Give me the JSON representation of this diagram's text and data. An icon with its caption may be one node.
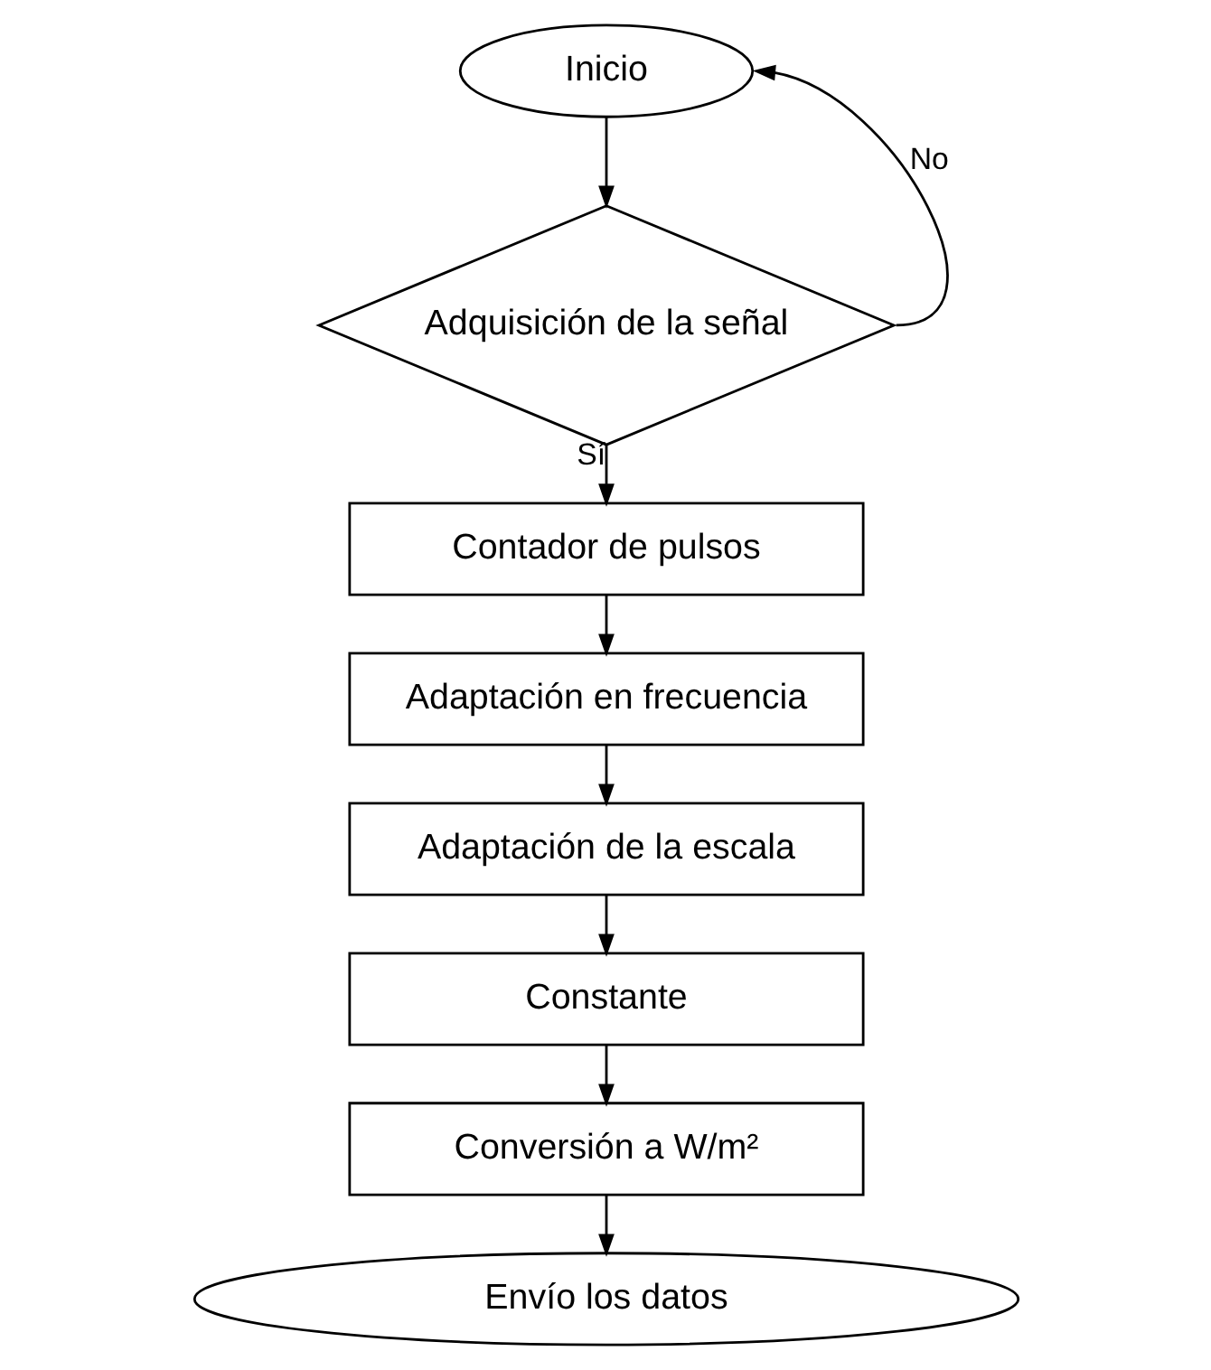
{
  "diagram": {
    "nodes": [
      {
        "text": [
          "Inicio"
        ]
      },
      {
        "text": [
          "Adquisición de la señal"
        ]
      },
      {
        "text": [
          "Contador de pulsos"
        ]
      },
      {
        "text": [
          "Adaptación en frecuencia"
        ]
      },
      {
        "text": [
          "Adaptación de la escala"
        ]
      },
      {
        "text": [
          "Constante"
        ]
      },
      {
        "text": [
          "Conversión a W/m²"
        ]
      },
      {
        "text": [
          "Envío los datos"
        ]
      }
    ],
    "edges": [
      {
        "from": 0,
        "to": 1,
        "arrow": "to"
      },
      {
        "from": 1,
        "to": 2,
        "arrow": "to",
        "label": "Sí"
      },
      {
        "from": 1,
        "to": 0,
        "arrow": "to",
        "label": "No"
      },
      {
        "from": 2,
        "to": 3,
        "arrow": "to"
      },
      {
        "from": 3,
        "to": 4,
        "arrow": "to"
      },
      {
        "from": 4,
        "to": 5,
        "arrow": "to"
      },
      {
        "from": 5,
        "to": 6,
        "arrow": "to"
      },
      {
        "from": 6,
        "to": 7,
        "arrow": "to"
      }
    ]
  }
}
